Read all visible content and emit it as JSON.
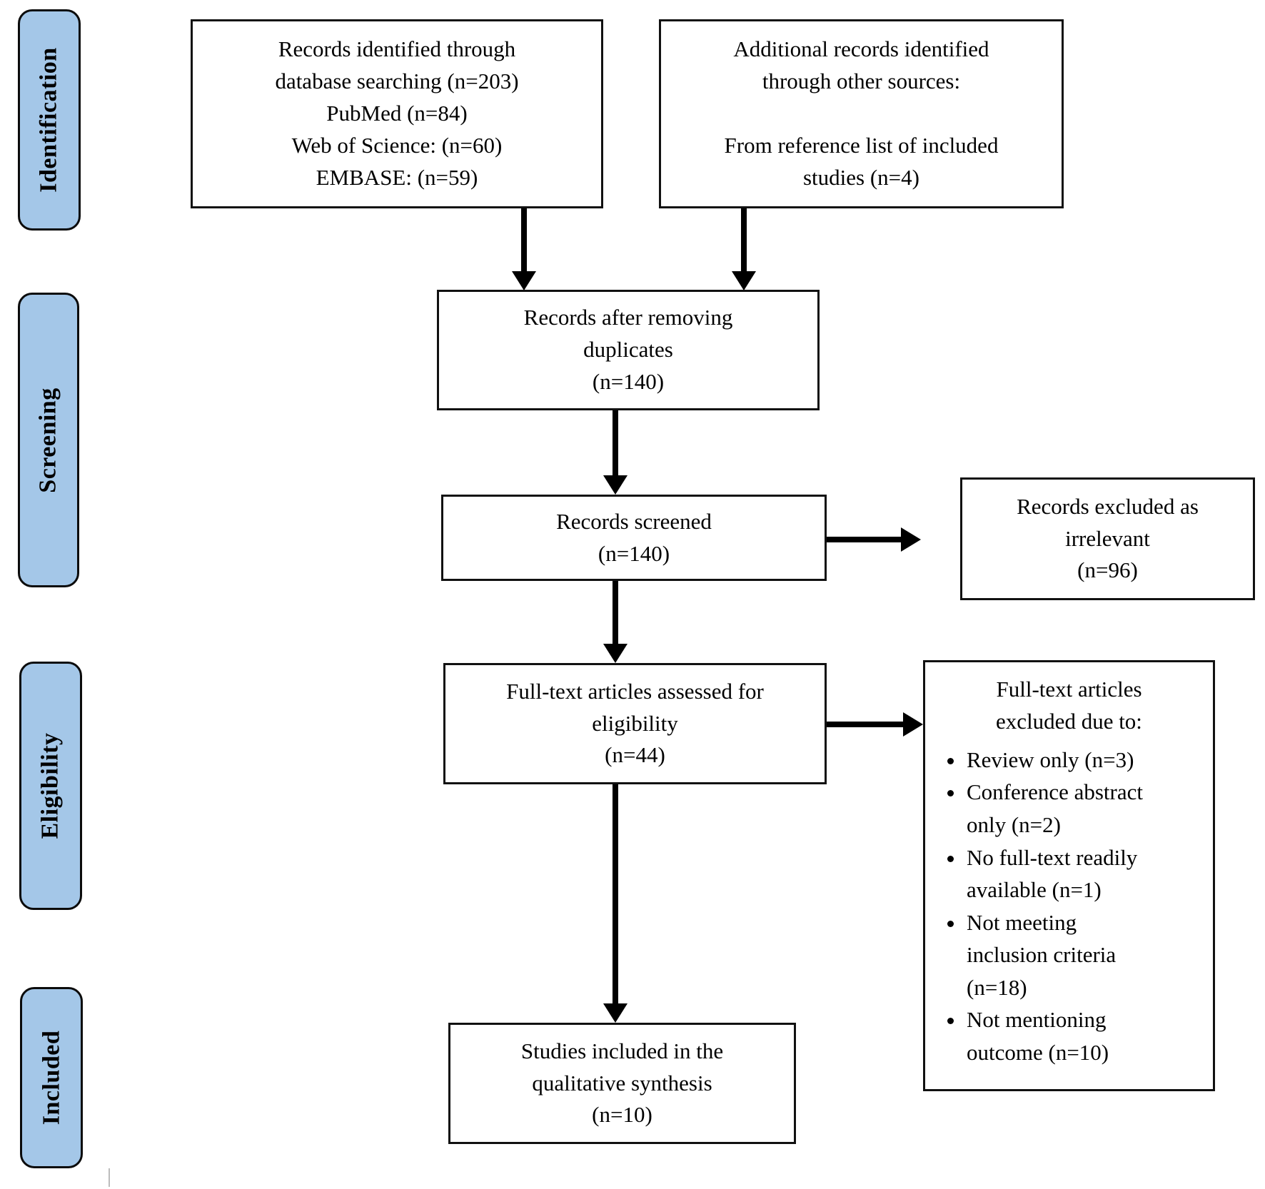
{
  "diagram": {
    "type": "prisma-flow",
    "stages": [
      {
        "label": "Identification"
      },
      {
        "label": "Screening"
      },
      {
        "label": "Eligibility"
      },
      {
        "label": "Included"
      }
    ],
    "boxes": {
      "identified": {
        "text": "Records identified through\ndatabase searching (n=203)\nPubMed (n=84)\nWeb of Science: (n=60)\nEMBASE: (n=59)"
      },
      "additional": {
        "text": "Additional records identified\nthrough other sources:\n\nFrom reference list of included\nstudies (n=4)"
      },
      "duplicates_removed": {
        "text": "Records after removing\nduplicates\n(n=140)"
      },
      "screened": {
        "text": "Records screened\n(n=140)"
      },
      "excluded_irrelevant": {
        "text": "Records excluded as\nirrelevant\n(n=96)"
      },
      "fulltext_assessed": {
        "text": "Full-text articles assessed for\neligibility\n(n=44)"
      },
      "fulltext_excluded": {
        "header": "Full-text articles\nexcluded due to:",
        "items": [
          {
            "label": "Review only (n=3)"
          },
          {
            "label": "Conference abstract\nonly (n=2)"
          },
          {
            "label": "No full-text readily\navailable (n=1)"
          },
          {
            "label": "Not meeting\ninclusion criteria\n(n=18)"
          },
          {
            "label": "Not mentioning\noutcome (n=10)"
          }
        ]
      },
      "included_qualitative": {
        "text": "Studies included in the\nqualitative synthesis\n(n=10)"
      }
    },
    "colors": {
      "stage_fill": "#a4c7e8",
      "box_border": "#111111",
      "arrow": "#000000"
    }
  }
}
